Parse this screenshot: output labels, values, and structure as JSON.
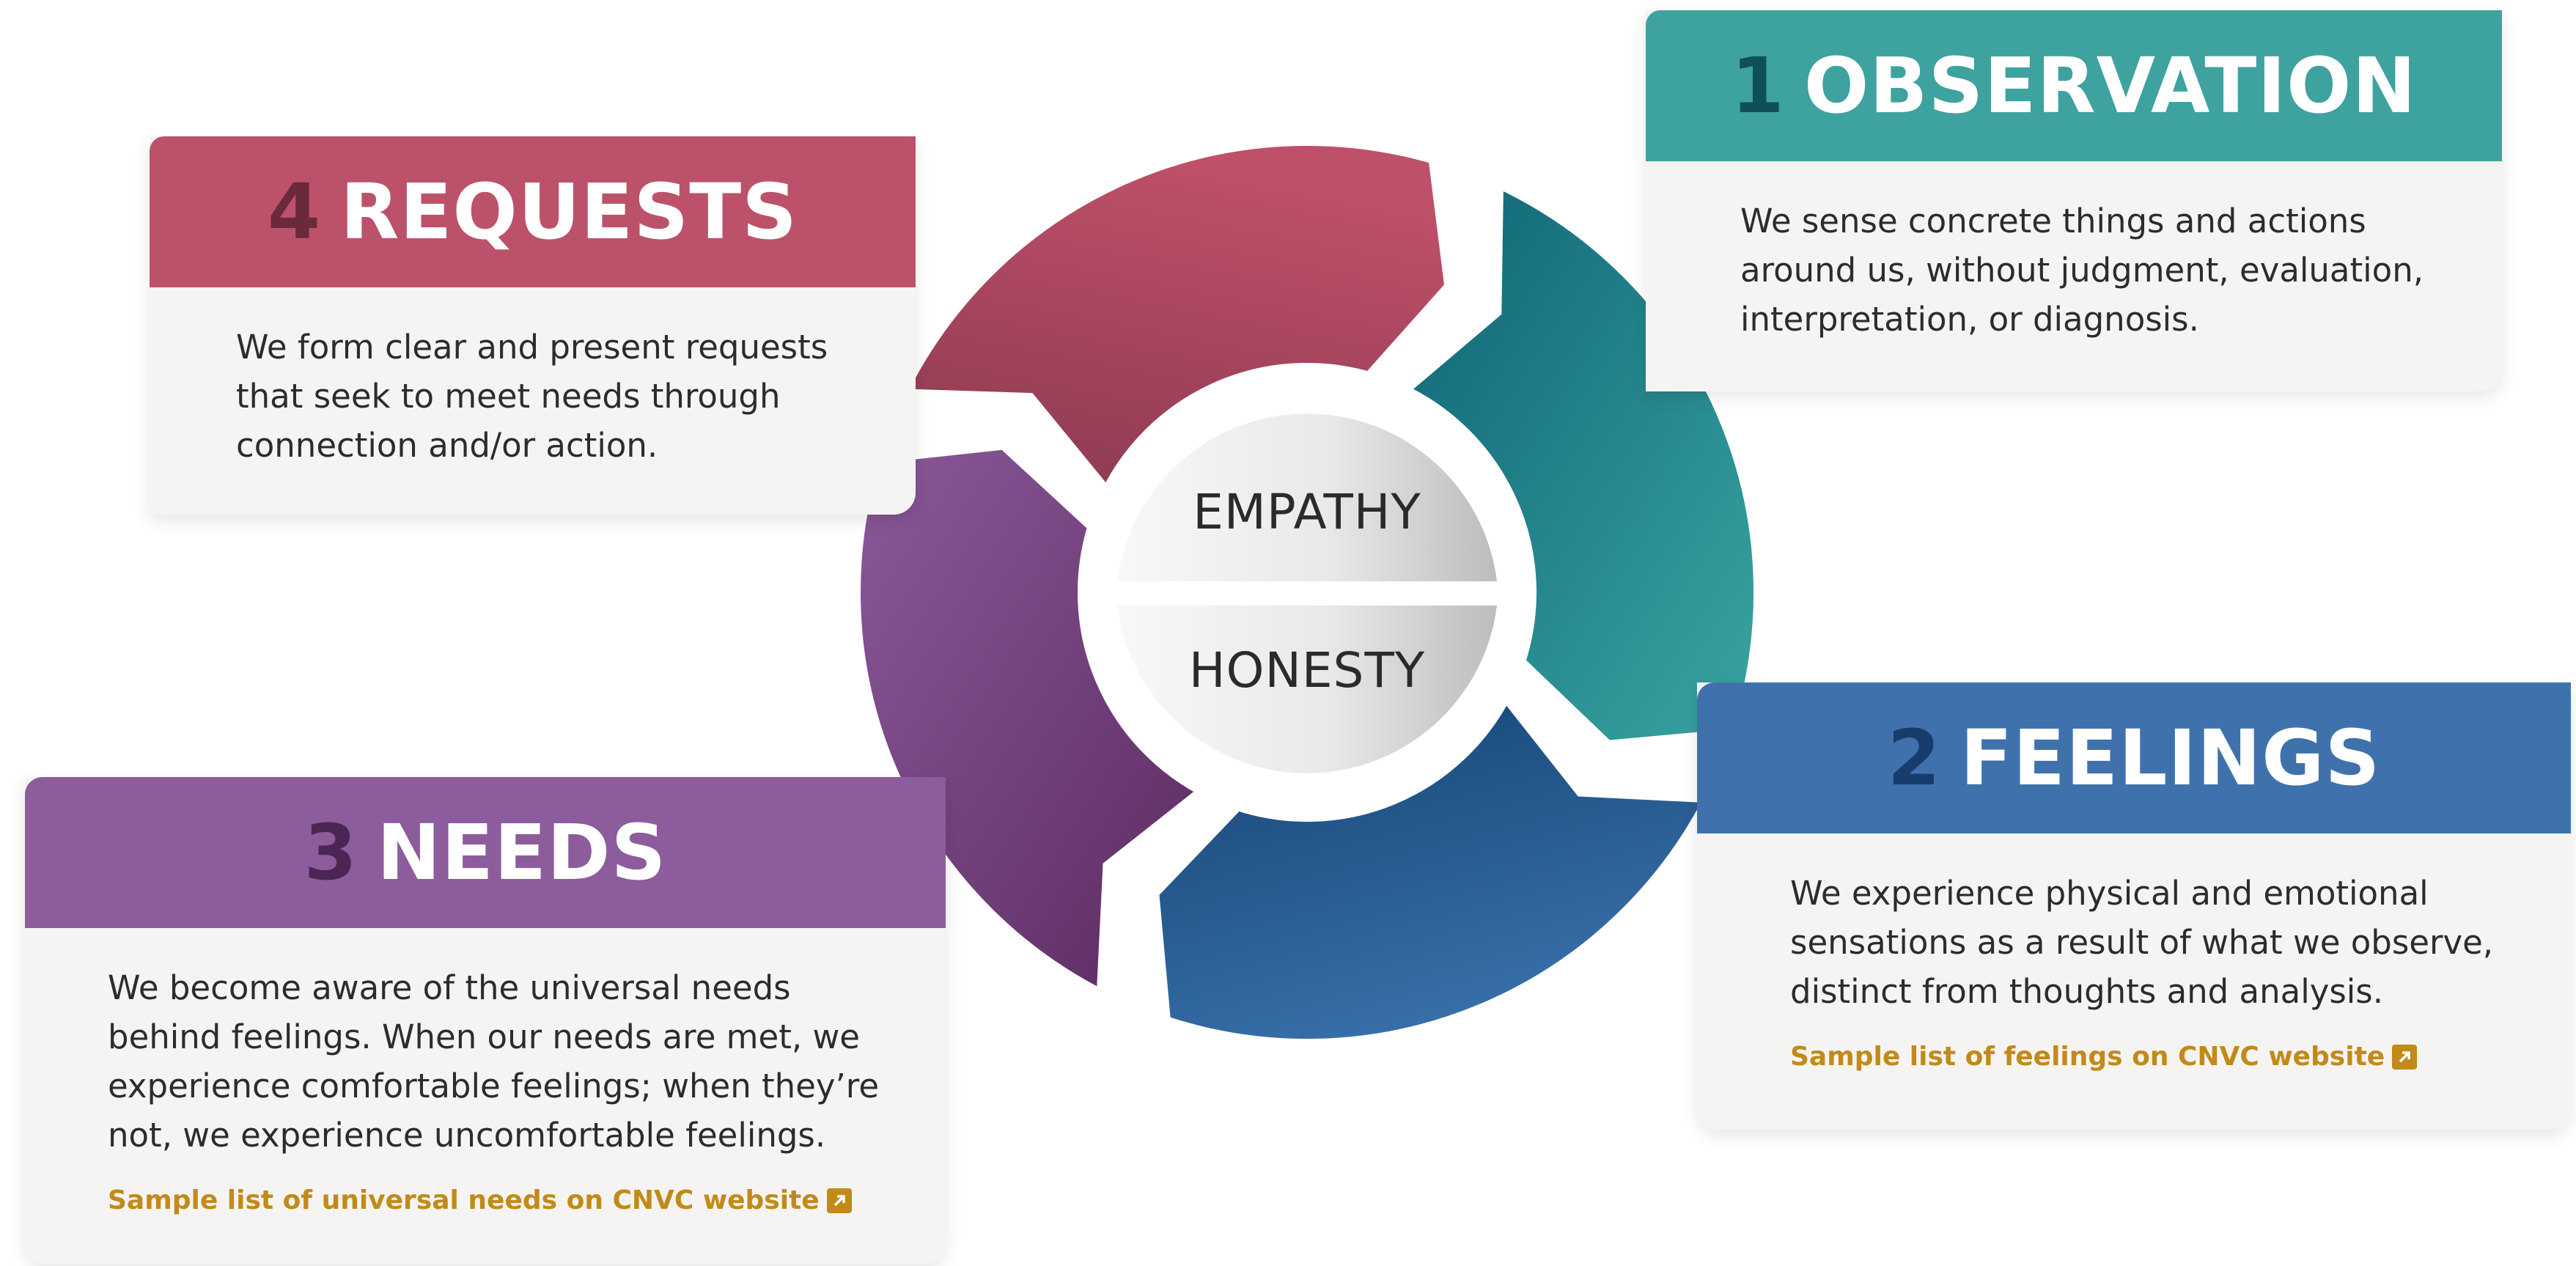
{
  "cards": {
    "observation": {
      "number": "1",
      "title": "OBSERVATION",
      "lines": [
        "We sense concrete things and actions",
        "around us, without judgment, evaluation,",
        "interpretation, or diagnosis."
      ]
    },
    "feelings": {
      "number": "2",
      "title": "FEELINGS",
      "lines": [
        "We experience physical and emotional",
        "sensations as a result of what we observe,",
        "distinct from thoughts and analysis."
      ],
      "link": "Sample list of feelings on CNVC website"
    },
    "needs": {
      "number": "3",
      "title": "NEEDS",
      "lines": [
        "We become aware of the universal needs",
        "behind feelings. When our needs are met, we",
        "experience comfortable feelings; when they’re",
        "not, we experience uncomfortable feelings."
      ],
      "link": "Sample list of universal needs on CNVC website"
    },
    "requests": {
      "number": "4",
      "title": "REQUESTS",
      "lines": [
        "We form clear and present requests",
        "that seek to meet needs through",
        "connection and/or action."
      ]
    }
  },
  "center": {
    "top_label": "EMPATHY",
    "bottom_label": "HONESTY"
  },
  "colors": {
    "observation": "#3ea29f",
    "feelings": "#3f72ad",
    "needs": "#8d5c9c",
    "requests": "#bc526a",
    "link": "#c28a18",
    "card_bg": "#f6f4f3"
  },
  "icons": {
    "external_link": "external-link-icon"
  }
}
